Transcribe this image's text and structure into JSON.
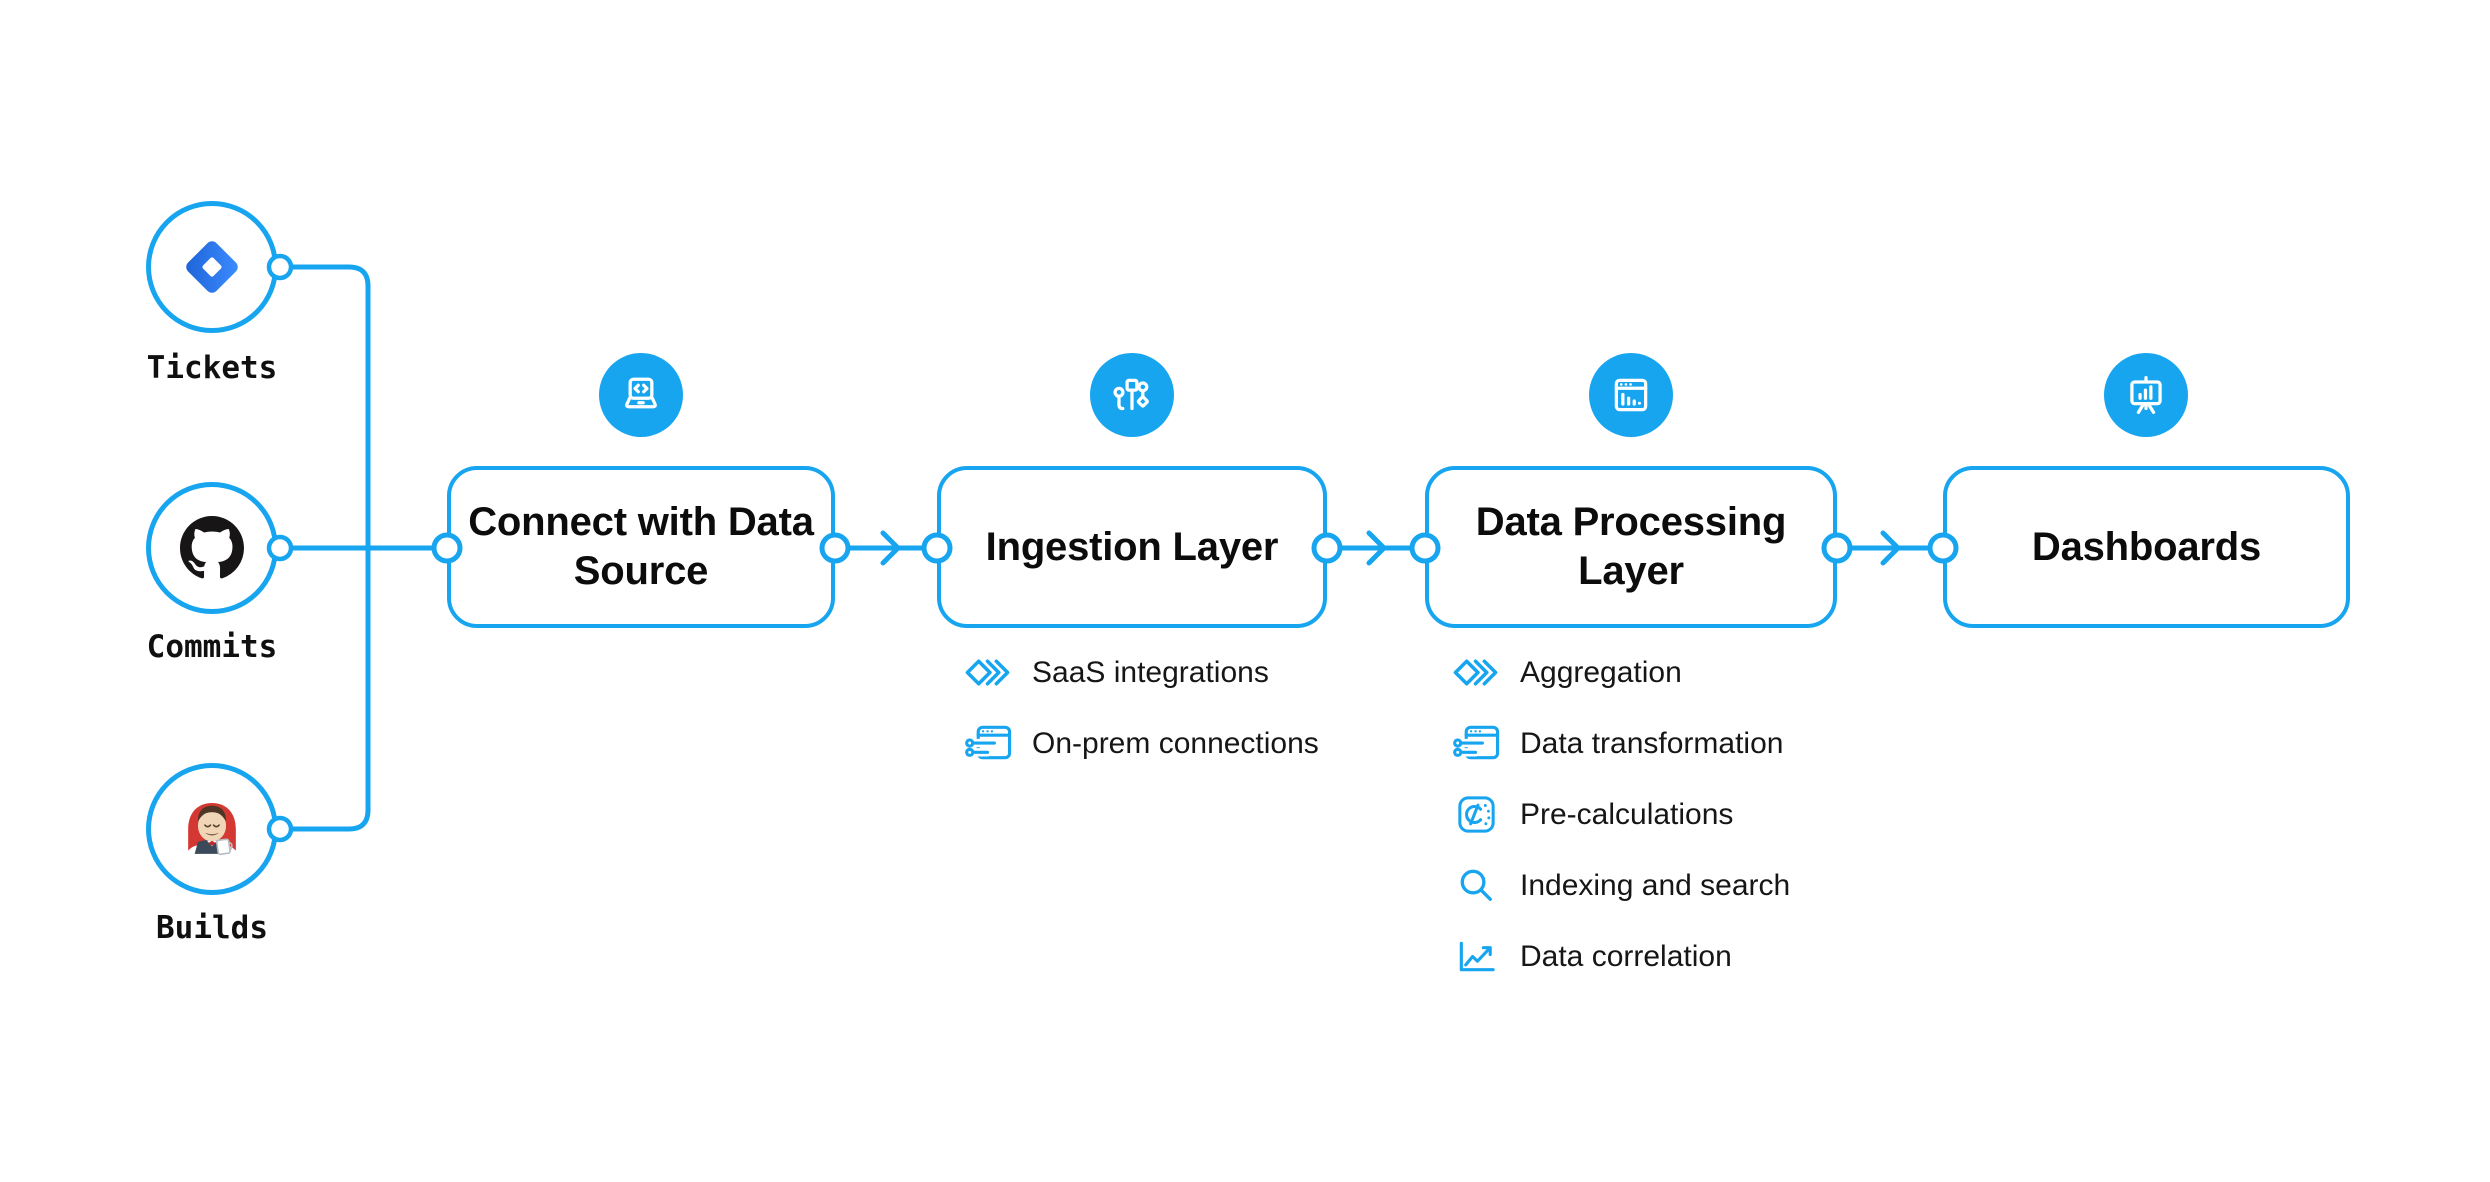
{
  "colors": {
    "accent": "#18A5F0",
    "jira_blue": "#2684FF",
    "github_black": "#171515",
    "jenkins_red": "#D33833",
    "text": "#111111"
  },
  "sources": [
    {
      "label": "Tickets",
      "icon": "jira-icon"
    },
    {
      "label": "Commits",
      "icon": "github-icon"
    },
    {
      "label": "Builds",
      "icon": "jenkins-icon"
    }
  ],
  "stages": [
    {
      "title": "Connect with Data Source",
      "icon": "laptop-code-icon",
      "items": []
    },
    {
      "title": "Ingestion Layer",
      "icon": "data-streams-icon",
      "items": [
        {
          "label": "SaaS integrations",
          "icon": "stacked-diamonds-icon"
        },
        {
          "label": "On-prem connections",
          "icon": "window-sliders-icon"
        }
      ]
    },
    {
      "title": "Data Processing Layer",
      "icon": "window-chart-icon",
      "items": [
        {
          "label": "Aggregation",
          "icon": "stacked-diamonds-icon"
        },
        {
          "label": "Data transformation",
          "icon": "window-sliders-icon"
        },
        {
          "label": "Pre-calculations",
          "icon": "gauge-icon"
        },
        {
          "label": "Indexing and search",
          "icon": "search-icon"
        },
        {
          "label": "Data correlation",
          "icon": "trend-chart-icon"
        }
      ]
    },
    {
      "title": "Dashboards",
      "icon": "presentation-chart-icon",
      "items": []
    }
  ]
}
